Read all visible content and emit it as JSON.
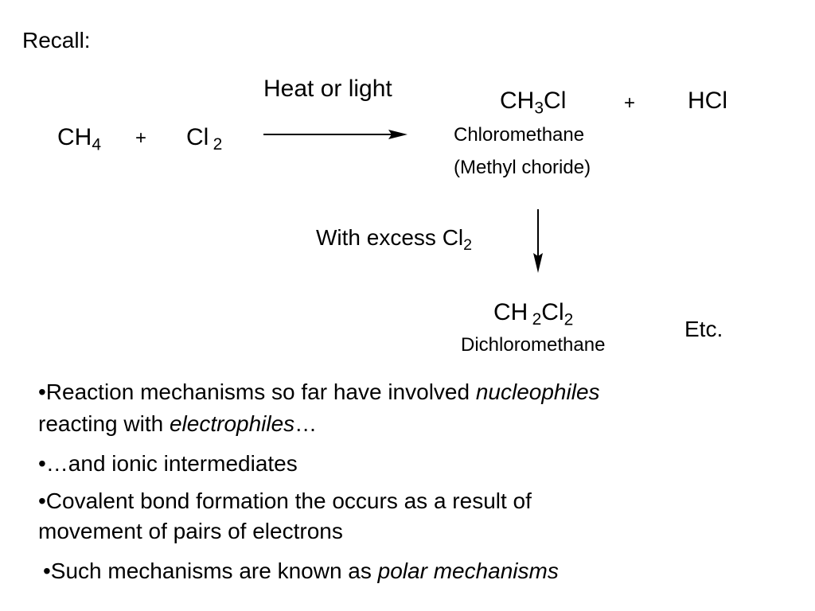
{
  "recall_label": "Recall:",
  "reaction": {
    "reactant1": {
      "base": "CH",
      "sub": "4"
    },
    "plus1": "+",
    "reactant2": {
      "base": "Cl",
      "sub": "2"
    },
    "condition": "Heat or light",
    "product1": {
      "base": "CH",
      "sub": "3",
      "tail": "Cl"
    },
    "plus2": "+",
    "product2": "HCl",
    "product1_name": "Chloromethane",
    "product1_alt_name": "(Methyl choride)",
    "excess_label": {
      "text": "With excess Cl",
      "sub": "2"
    },
    "product3": {
      "base": "CH",
      "sub1": "2",
      "mid": "Cl",
      "sub2": "2"
    },
    "product3_name": "Dichloromethane",
    "etc": "Etc."
  },
  "bullets": [
    {
      "line1_pre": "•Reaction mechanisms so far have involved ",
      "line1_em": "nucleophiles",
      "line2_pre": "reacting with ",
      "line2_em": "electrophiles",
      "line2_post": "…"
    },
    {
      "text": "•…and ionic intermediates"
    },
    {
      "line1": "•Covalent bond formation the occurs as a result of",
      "line2": "movement of pairs of electrons"
    },
    {
      "pre": "•Such mechanisms are known as ",
      "em": "polar mechanisms"
    }
  ]
}
